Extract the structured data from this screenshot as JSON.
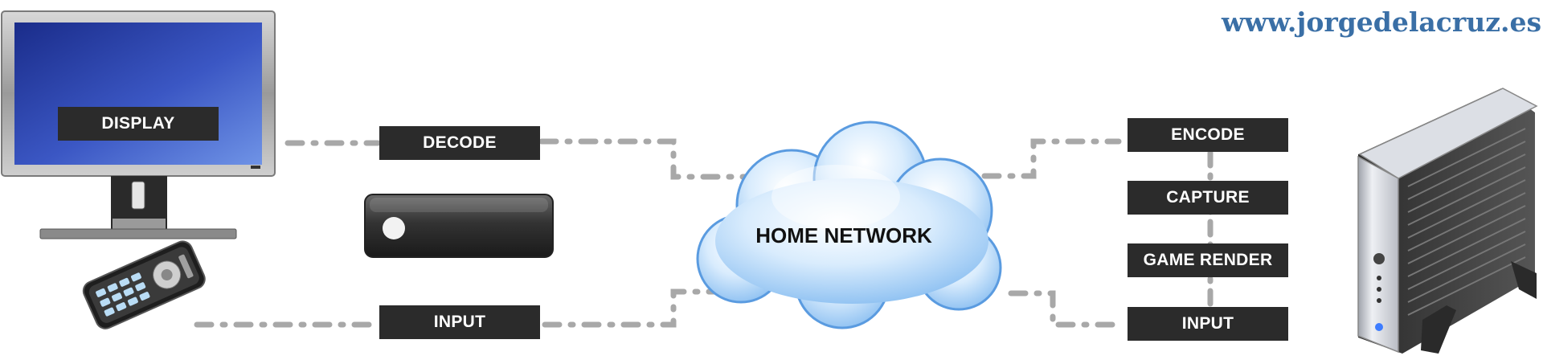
{
  "website": "www.jorgedelacruz.es",
  "client_side": {
    "display_label": "DISPLAY",
    "decode_label": "DECODE",
    "input_label": "INPUT"
  },
  "network": {
    "label": "HOME NETWORK"
  },
  "server_side": {
    "encode_label": "ENCODE",
    "capture_label": "CAPTURE",
    "game_render_label": "GAME RENDER",
    "input_label": "INPUT"
  },
  "icons": [
    "monitor-icon",
    "remote-control-icon",
    "set-top-box-icon",
    "cloud-icon",
    "server-icon"
  ],
  "colors": {
    "label_bg": "#2b2b2b",
    "label_text": "#ffffff",
    "url_text": "#3a6fa6",
    "connector": "#a8a8a8",
    "cloud_fill": "#cfe6fb"
  }
}
